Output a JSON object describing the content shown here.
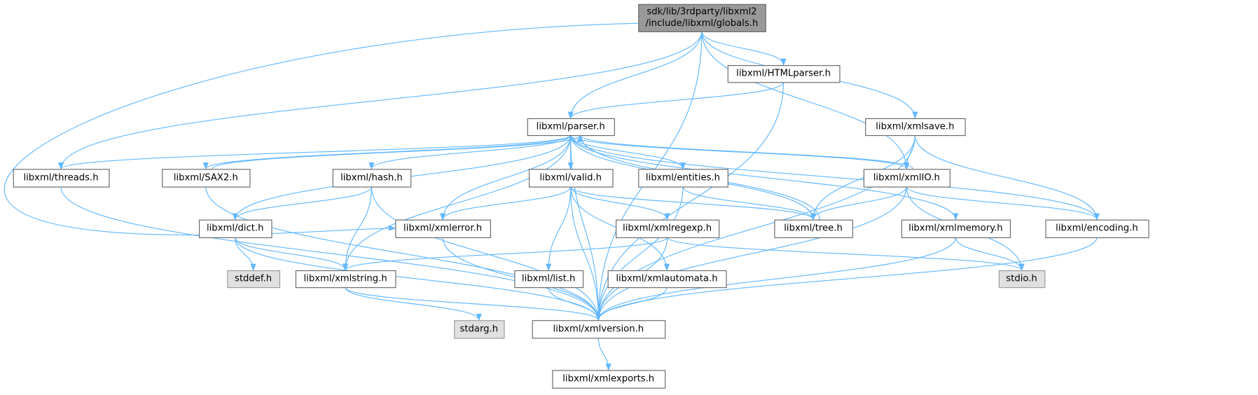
{
  "graph": {
    "type": "include-dependency-graph",
    "colors": {
      "edge": "#63b8ff",
      "root_fill": "#999999",
      "system_fill": "#e0e0e0",
      "node_fill": "#ffffff"
    },
    "nodes": [
      {
        "id": "globals",
        "lines": [
          "sdk/lib/3rdparty/libxml2",
          "/include/libxml/globals.h"
        ],
        "kind": "root"
      },
      {
        "id": "HTMLparser",
        "lines": [
          "libxml/HTMLparser.h"
        ],
        "kind": "normal"
      },
      {
        "id": "xmlsave",
        "lines": [
          "libxml/xmlsave.h"
        ],
        "kind": "normal"
      },
      {
        "id": "parser",
        "lines": [
          "libxml/parser.h"
        ],
        "kind": "normal"
      },
      {
        "id": "threads",
        "lines": [
          "libxml/threads.h"
        ],
        "kind": "normal"
      },
      {
        "id": "SAX2",
        "lines": [
          "libxml/SAX2.h"
        ],
        "kind": "normal"
      },
      {
        "id": "hash",
        "lines": [
          "libxml/hash.h"
        ],
        "kind": "normal"
      },
      {
        "id": "valid",
        "lines": [
          "libxml/valid.h"
        ],
        "kind": "normal"
      },
      {
        "id": "entities",
        "lines": [
          "libxml/entities.h"
        ],
        "kind": "normal"
      },
      {
        "id": "xmlIO",
        "lines": [
          "libxml/xmlIO.h"
        ],
        "kind": "normal"
      },
      {
        "id": "dict",
        "lines": [
          "libxml/dict.h"
        ],
        "kind": "normal"
      },
      {
        "id": "xmlerror",
        "lines": [
          "libxml/xmlerror.h"
        ],
        "kind": "normal"
      },
      {
        "id": "xmlregexp",
        "lines": [
          "libxml/xmlregexp.h"
        ],
        "kind": "normal"
      },
      {
        "id": "tree",
        "lines": [
          "libxml/tree.h"
        ],
        "kind": "normal"
      },
      {
        "id": "xmlmemory",
        "lines": [
          "libxml/xmlmemory.h"
        ],
        "kind": "normal"
      },
      {
        "id": "encoding",
        "lines": [
          "libxml/encoding.h"
        ],
        "kind": "normal"
      },
      {
        "id": "stddef",
        "lines": [
          "stddef.h"
        ],
        "kind": "sys"
      },
      {
        "id": "xmlstring",
        "lines": [
          "libxml/xmlstring.h"
        ],
        "kind": "normal"
      },
      {
        "id": "list",
        "lines": [
          "libxml/list.h"
        ],
        "kind": "normal"
      },
      {
        "id": "xmlautomata",
        "lines": [
          "libxml/xmlautomata.h"
        ],
        "kind": "normal"
      },
      {
        "id": "stdio",
        "lines": [
          "stdio.h"
        ],
        "kind": "sys"
      },
      {
        "id": "stdarg",
        "lines": [
          "stdarg.h"
        ],
        "kind": "sys"
      },
      {
        "id": "xmlversion",
        "lines": [
          "libxml/xmlversion.h"
        ],
        "kind": "normal"
      },
      {
        "id": "xmlexports",
        "lines": [
          "libxml/xmlexports.h"
        ],
        "kind": "normal"
      }
    ],
    "edges": [
      [
        "globals",
        "threads"
      ],
      [
        "globals",
        "xmlerror"
      ],
      [
        "globals",
        "parser"
      ],
      [
        "globals",
        "HTMLparser"
      ],
      [
        "globals",
        "xmlIO"
      ],
      [
        "globals",
        "xmlsave"
      ],
      [
        "globals",
        "xmlversion"
      ],
      [
        "HTMLparser",
        "parser"
      ],
      [
        "HTMLparser",
        "xmlversion"
      ],
      [
        "xmlsave",
        "tree"
      ],
      [
        "xmlsave",
        "xmlIO"
      ],
      [
        "xmlsave",
        "encoding"
      ],
      [
        "xmlsave",
        "xmlversion"
      ],
      [
        "parser",
        "threads"
      ],
      [
        "parser",
        "SAX2"
      ],
      [
        "parser",
        "dict"
      ],
      [
        "parser",
        "xmlstring"
      ],
      [
        "parser",
        "xmlversion"
      ],
      [
        "parser",
        "hash"
      ],
      [
        "parser",
        "valid"
      ],
      [
        "parser",
        "entities"
      ],
      [
        "parser",
        "xmlerror"
      ],
      [
        "parser",
        "tree"
      ],
      [
        "parser",
        "xmlIO"
      ],
      [
        "parser",
        "xmlmemory"
      ],
      [
        "parser",
        "encoding"
      ],
      [
        "SAX2",
        "parser"
      ],
      [
        "tree",
        "parser"
      ],
      [
        "xmlIO",
        "parser"
      ],
      [
        "threads",
        "xmlversion"
      ],
      [
        "SAX2",
        "xmlversion"
      ],
      [
        "hash",
        "dict"
      ],
      [
        "hash",
        "xmlstring"
      ],
      [
        "hash",
        "xmlversion"
      ],
      [
        "valid",
        "xmlerror"
      ],
      [
        "valid",
        "xmlversion"
      ],
      [
        "valid",
        "list"
      ],
      [
        "valid",
        "xmlautomata"
      ],
      [
        "valid",
        "xmlregexp"
      ],
      [
        "valid",
        "tree"
      ],
      [
        "entities",
        "tree"
      ],
      [
        "entities",
        "xmlversion"
      ],
      [
        "xmlIO",
        "tree"
      ],
      [
        "xmlIO",
        "stdio"
      ],
      [
        "xmlIO",
        "encoding"
      ],
      [
        "xmlIO",
        "xmlversion"
      ],
      [
        "dict",
        "stddef"
      ],
      [
        "dict",
        "xmlstring"
      ],
      [
        "dict",
        "xmlversion"
      ],
      [
        "xmlerror",
        "xmlversion"
      ],
      [
        "xmlregexp",
        "xmlstring"
      ],
      [
        "xmlregexp",
        "stdio"
      ],
      [
        "xmlregexp",
        "xmlversion"
      ],
      [
        "xmlmemory",
        "stdio"
      ],
      [
        "xmlmemory",
        "xmlversion"
      ],
      [
        "encoding",
        "xmlversion"
      ],
      [
        "xmlstring",
        "stdarg"
      ],
      [
        "xmlstring",
        "xmlversion"
      ],
      [
        "list",
        "xmlversion"
      ],
      [
        "xmlautomata",
        "xmlversion"
      ],
      [
        "xmlversion",
        "xmlexports"
      ]
    ]
  }
}
